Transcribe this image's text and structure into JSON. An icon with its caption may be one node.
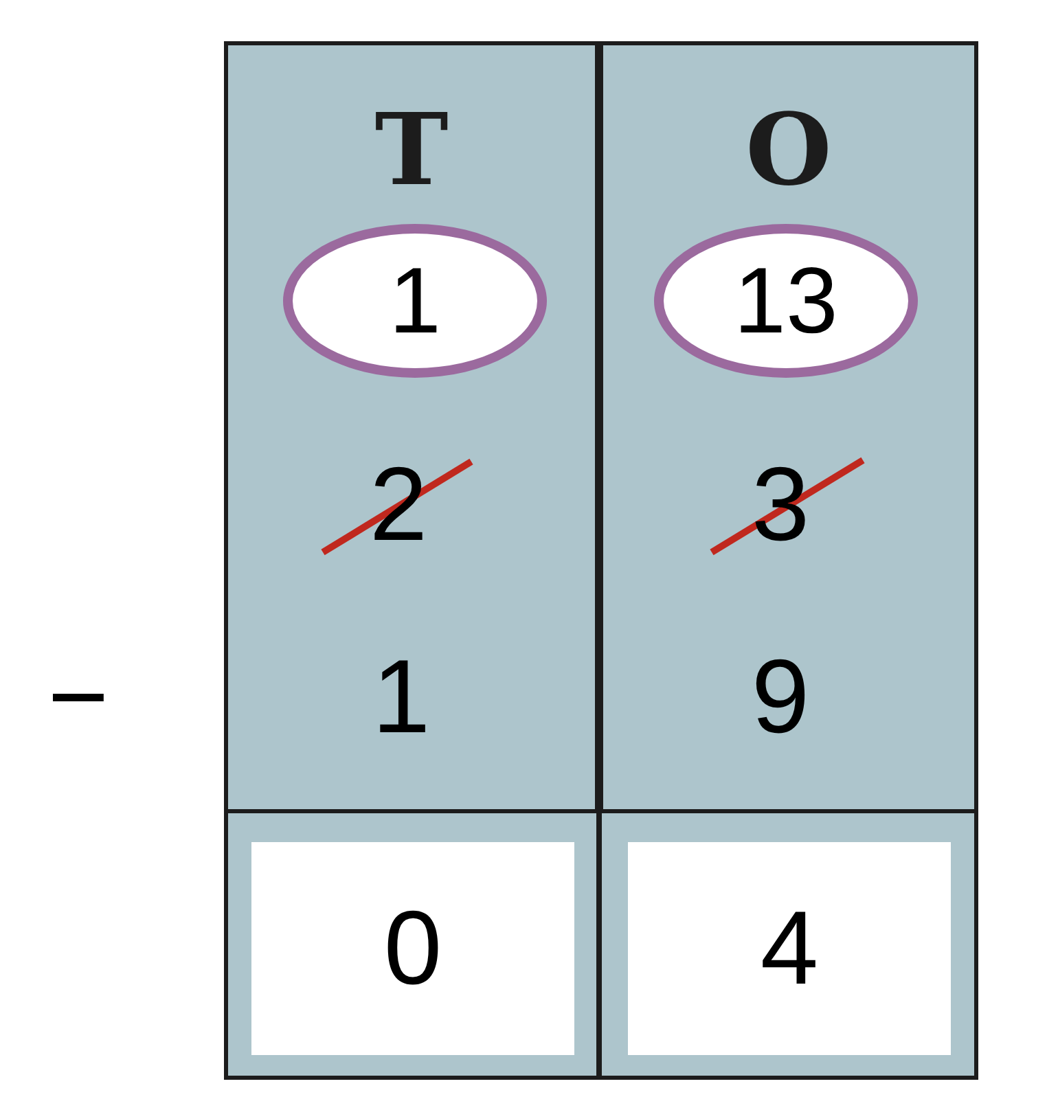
{
  "diagram": {
    "nodes": [
      {
        "text": [
          "T"
        ]
      },
      {
        "text": [
          "O"
        ]
      },
      {
        "text": [
          "1"
        ],
        "in": 0
      },
      {
        "text": [
          "13"
        ],
        "in": 1
      },
      {
        "text": [
          "0"
        ]
      },
      {
        "text": [
          "4"
        ]
      }
    ],
    "labels": [
      "2",
      "3",
      "1",
      "9",
      "−"
    ]
  }
}
